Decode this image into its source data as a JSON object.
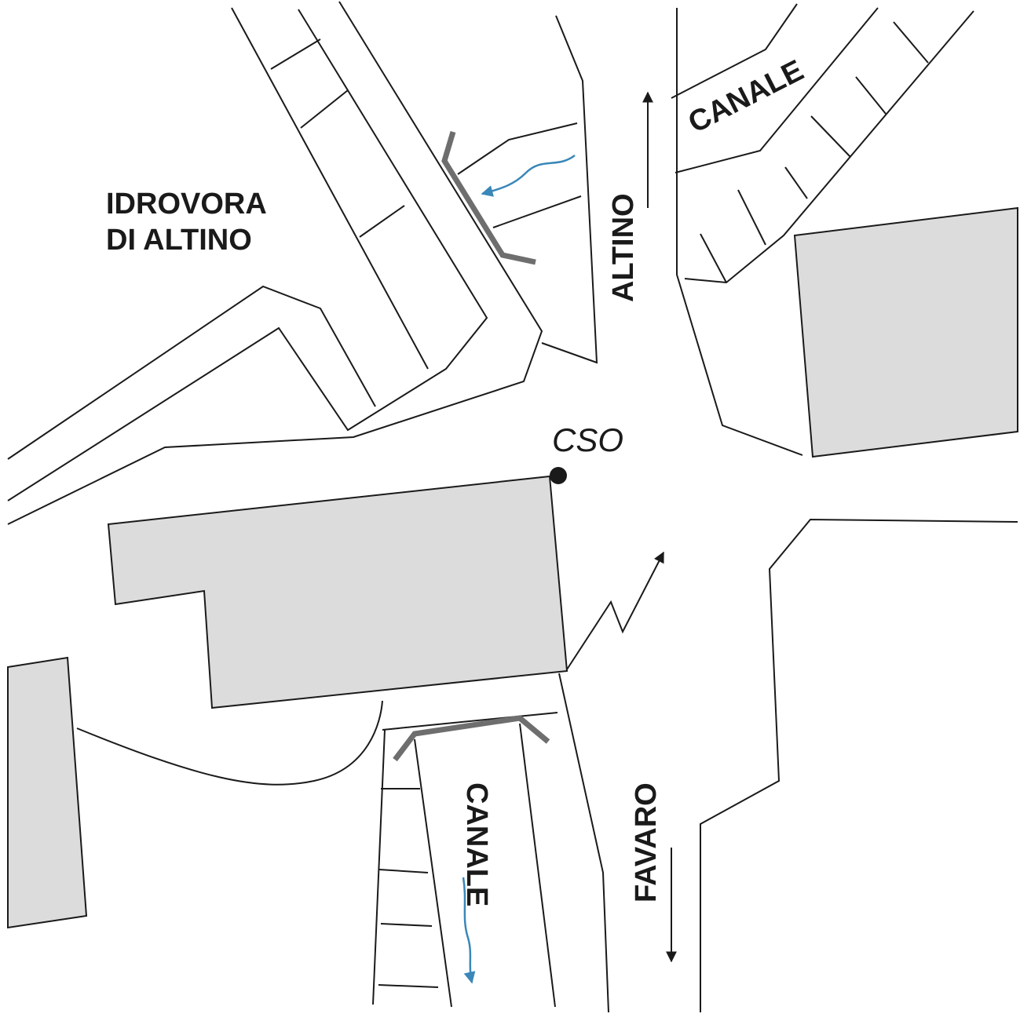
{
  "labels": {
    "pump_station_line1": "IDROVORA",
    "pump_station_line2": "DI ALTINO",
    "canal_top": "CANALE",
    "road_altino": "ALTINO",
    "cso": "CSO",
    "canal_bottom": "CANALE",
    "road_favaro": "FAVARO"
  },
  "colors": {
    "building_fill": "#dcdcdc",
    "gate": "#6e6e6e",
    "water_flow": "#3a87b8",
    "line": "#1a1a1a"
  }
}
